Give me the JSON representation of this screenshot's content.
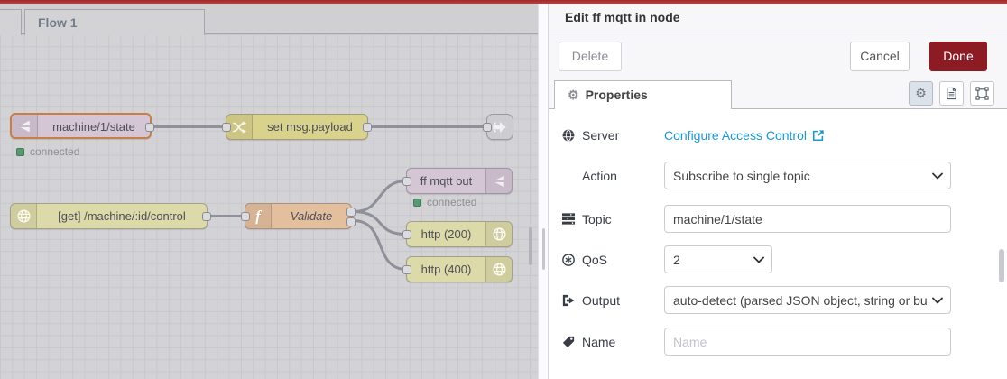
{
  "colors": {
    "top_accent": "#c23c3c",
    "done_button": "#8c1b23",
    "link_blue": "#1a97d6",
    "status_green": "#569a74",
    "node_mqtt": "#d5c6d6",
    "node_change": "#d9d28c",
    "node_http": "#dcdaa8",
    "node_function": "#e4bf9d",
    "selected_border": "#c87e45"
  },
  "canvas": {
    "tab_label": "Flow 1",
    "nodes": {
      "mqtt_in": {
        "label": "machine/1/state",
        "status": "connected"
      },
      "change": {
        "label": "set msg.payload"
      },
      "http_in": {
        "label": "[get] /machine/:id/control"
      },
      "function": {
        "label": "Validate"
      },
      "mqtt_out": {
        "label": "ff mqtt out",
        "status": "connected"
      },
      "http_200": {
        "label": "http (200)"
      },
      "http_400": {
        "label": "http (400)"
      }
    }
  },
  "panel": {
    "title": "Edit ff mqtt in node",
    "buttons": {
      "delete": "Delete",
      "cancel": "Cancel",
      "done": "Done"
    },
    "tab_label": "Properties",
    "gear_glyph": "⚙",
    "fields": {
      "server": {
        "label": "Server",
        "value": "Configure Access Control"
      },
      "action": {
        "label": "Action",
        "value": "Subscribe to single topic"
      },
      "topic": {
        "label": "Topic",
        "value": "machine/1/state"
      },
      "qos": {
        "label": "QoS",
        "value": "2"
      },
      "output": {
        "label": "Output",
        "value": "auto-detect (parsed JSON object, string or buffer)"
      },
      "name": {
        "label": "Name",
        "placeholder": "Name"
      }
    }
  }
}
